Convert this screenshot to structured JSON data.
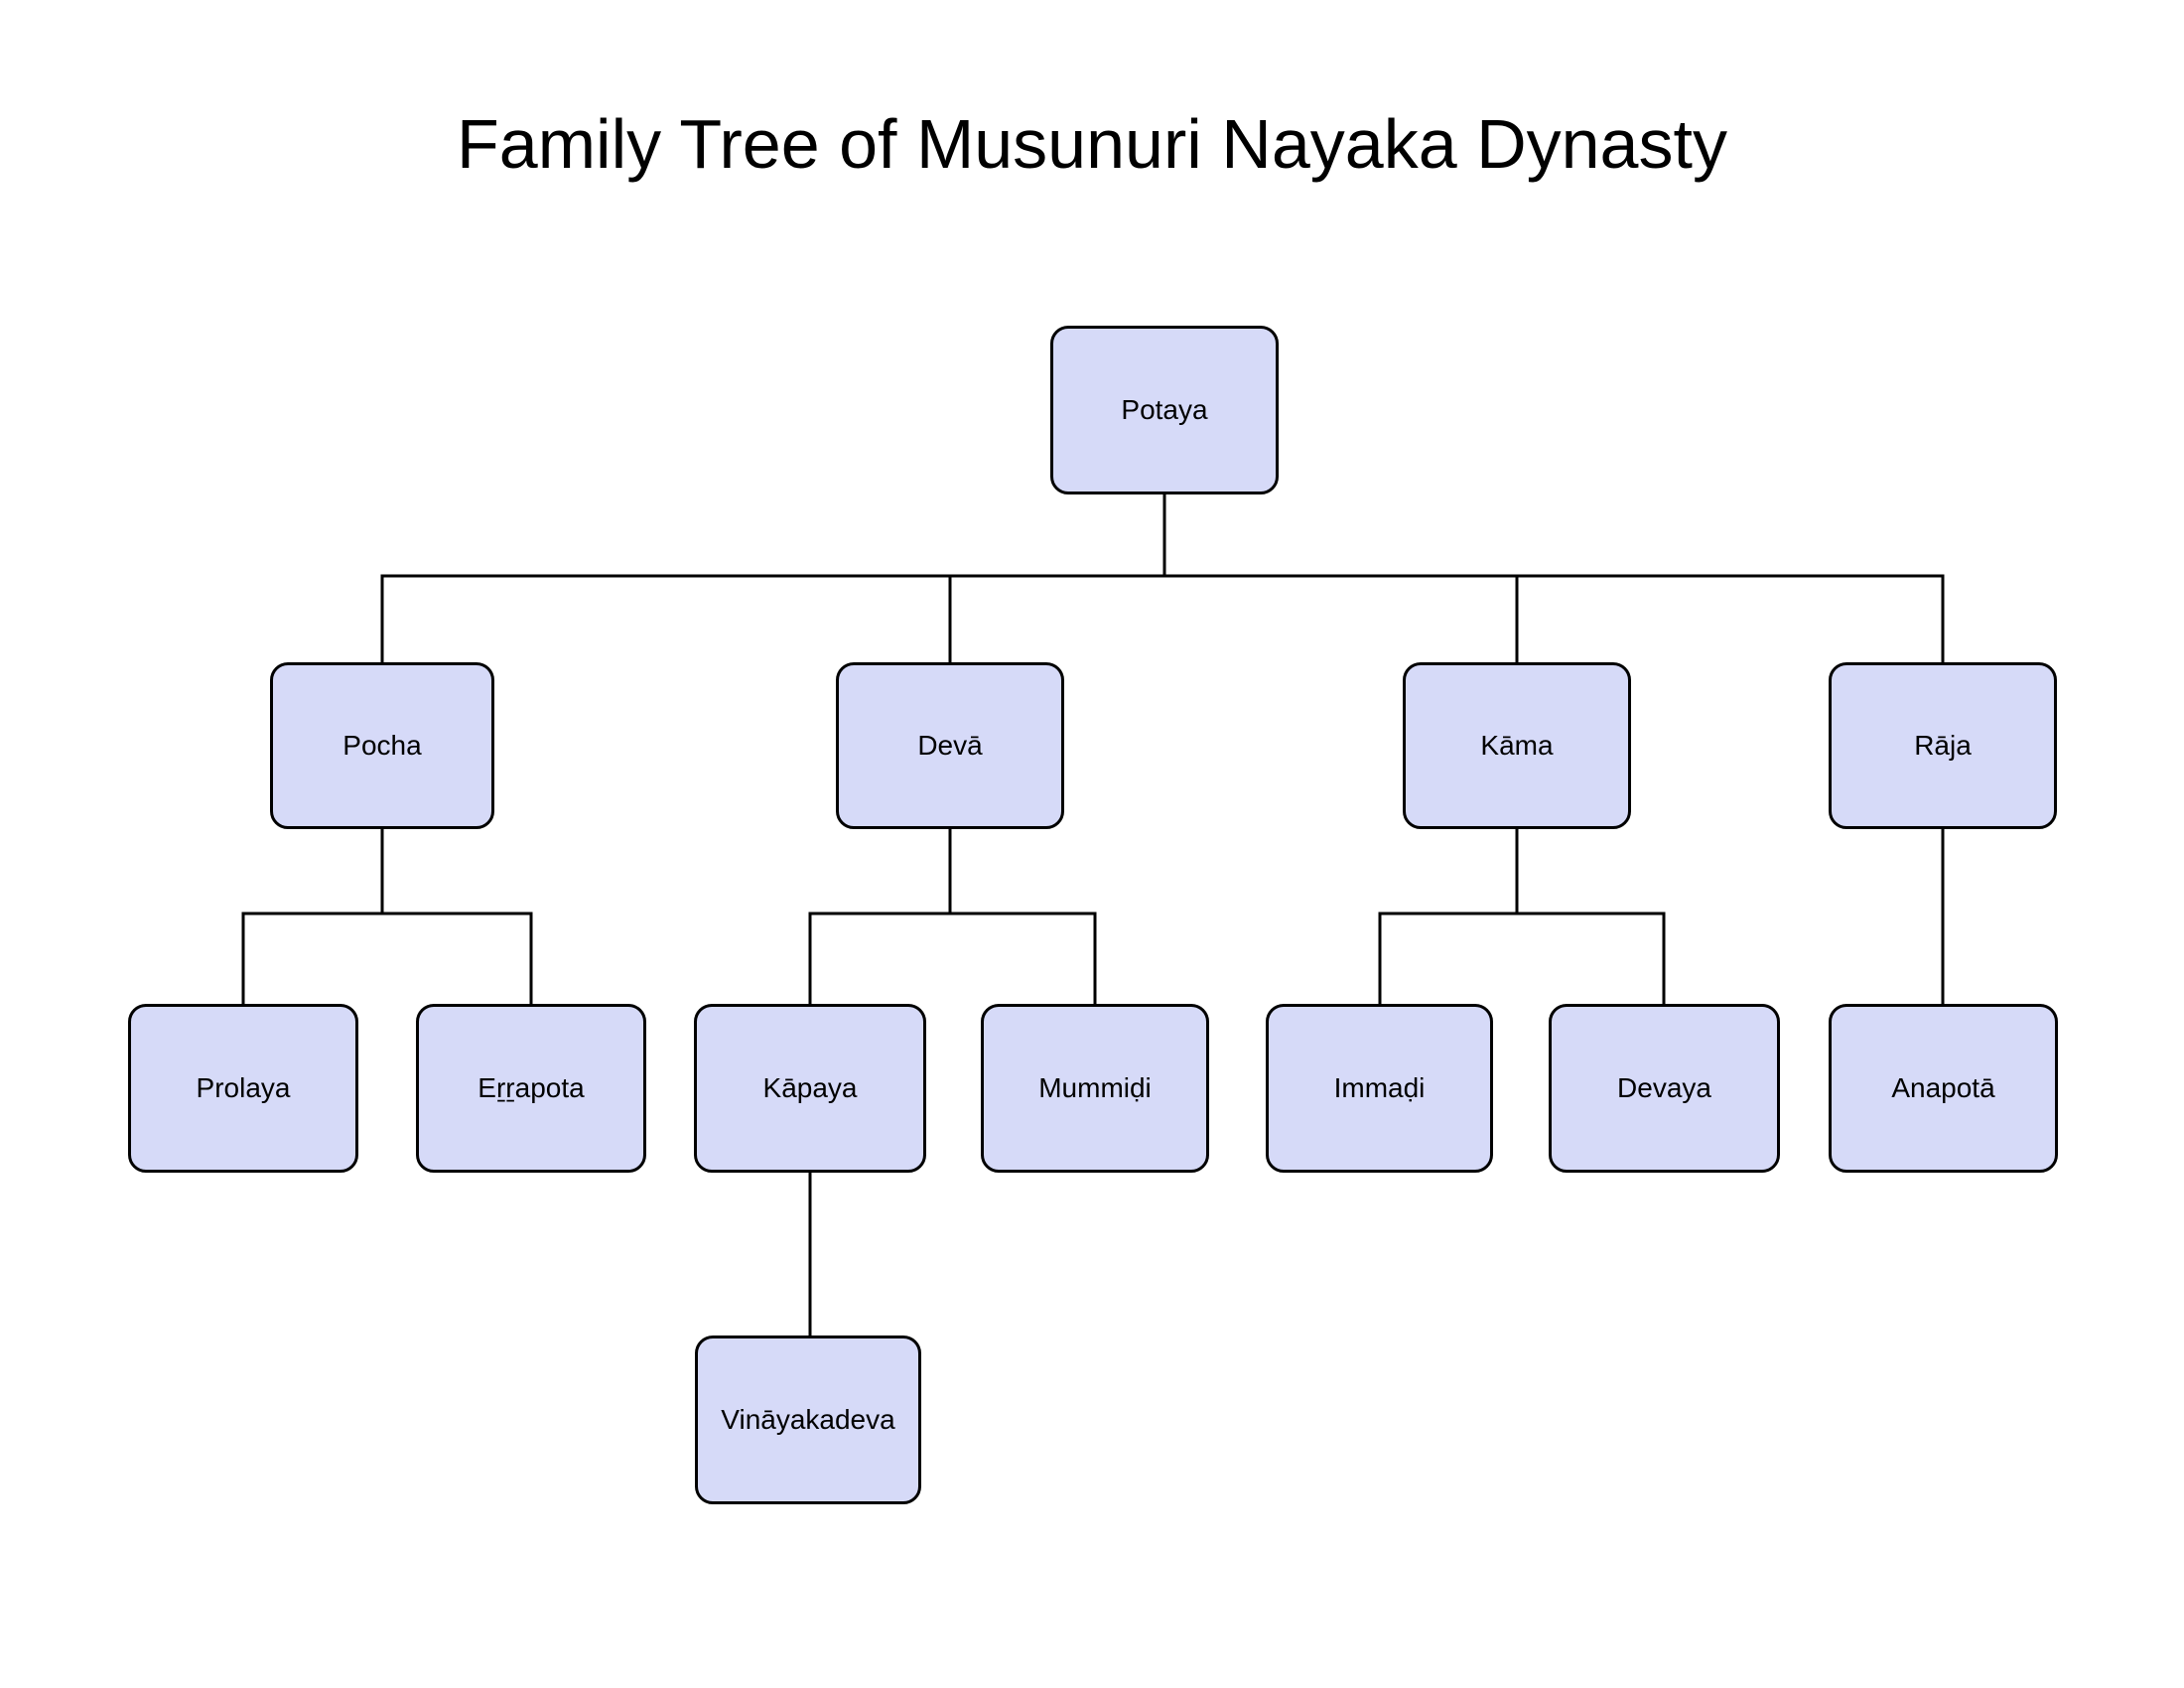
{
  "title": "Family Tree of Musunuri Nayaka Dynasty",
  "colors": {
    "node_fill": "#d6daf8",
    "node_border": "#000000",
    "line": "#000000",
    "background": "#ffffff",
    "text": "#000000"
  },
  "nodes": {
    "potaya": {
      "label": "Potaya"
    },
    "pocha": {
      "label": "Pocha"
    },
    "deva": {
      "label": "Devā"
    },
    "kama": {
      "label": "Kāma"
    },
    "raja": {
      "label": "Rāja"
    },
    "prolaya": {
      "label": "Prolaya"
    },
    "errapota": {
      "label": "Eṟṟapota"
    },
    "kapaya": {
      "label": "Kāpaya"
    },
    "mummidi": {
      "label": "Mummiḍi"
    },
    "immadi": {
      "label": "Immaḍi"
    },
    "devaya": {
      "label": "Devaya"
    },
    "anapota": {
      "label": "Anapotā"
    },
    "vinayakadeva": {
      "label": "Vināyakadeva"
    }
  },
  "edges": [
    {
      "parent": "Potaya",
      "child": "Pocha"
    },
    {
      "parent": "Potaya",
      "child": "Devā"
    },
    {
      "parent": "Potaya",
      "child": "Kāma"
    },
    {
      "parent": "Potaya",
      "child": "Rāja"
    },
    {
      "parent": "Pocha",
      "child": "Prolaya"
    },
    {
      "parent": "Pocha",
      "child": "Eṟṟapota"
    },
    {
      "parent": "Devā",
      "child": "Kāpaya"
    },
    {
      "parent": "Devā",
      "child": "Mummiḍi"
    },
    {
      "parent": "Kāma",
      "child": "Immaḍi"
    },
    {
      "parent": "Kāma",
      "child": "Devaya"
    },
    {
      "parent": "Rāja",
      "child": "Anapotā"
    },
    {
      "parent": "Kāpaya",
      "child": "Vināyakadeva"
    }
  ]
}
